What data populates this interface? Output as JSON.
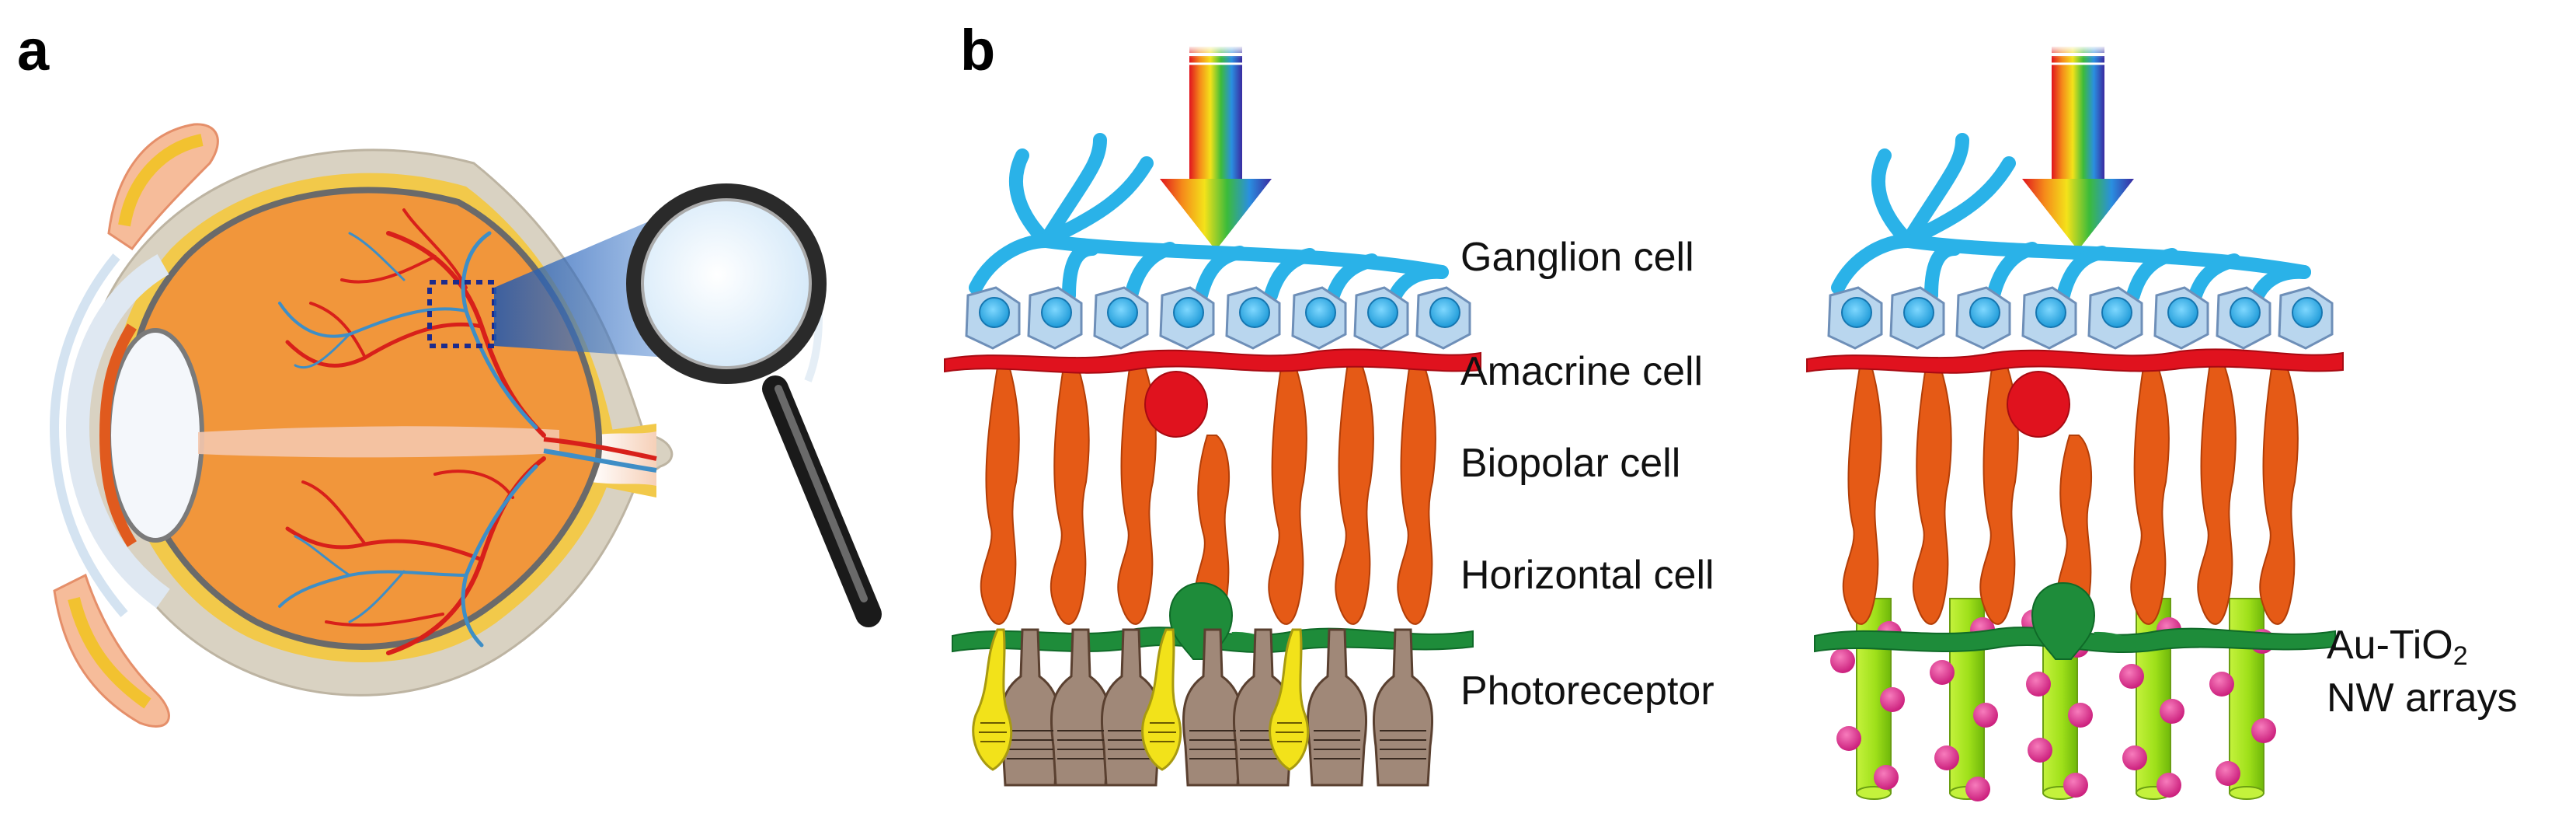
{
  "panels": {
    "a": "a",
    "b": "b"
  },
  "labels": {
    "ganglion": "Ganglion cell",
    "amacrine": "Amacrine cell",
    "bipolar": "Biopolar cell",
    "horizontal": "Horizontal cell",
    "photoreceptor": "Photoreceptor",
    "nw_line1": "Au-TiO",
    "nw_subscript": "2",
    "nw_line2": "NW arrays"
  },
  "colors": {
    "ganglion": "#2ab2e8",
    "ganglion_body": "#b9d6ee",
    "amacrine": "#e0121e",
    "bipolar": "#e55a16",
    "horizontal": "#1e8c3a",
    "rod": "#a08878",
    "cone": "#f2e21a",
    "nanowire": "#9fe01a",
    "nanoparticle": "#e0308c",
    "eyeball": "#f1963b",
    "vessel_red": "#d8201a",
    "vessel_blue": "#3e8ec6"
  }
}
